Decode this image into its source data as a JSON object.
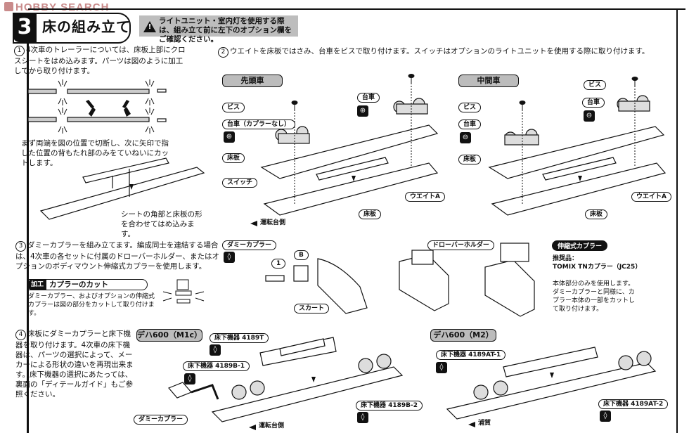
{
  "watermark": "HOBBY SEARCH",
  "header": {
    "step_number": "3",
    "title": "床の組み立て",
    "warning": "ライトユニット・室内灯を使用する際は、組み立て前に左下のオプション欄をご確認ください。"
  },
  "step1": {
    "num": "1",
    "text": "4次車のトレーラーについては、床板上部にクロスシートをはめ込みます。パーツは図のように加工してから取り付けます。",
    "cut_note": "まず両端を図の位置で切断し、次に矢印で指した位置の背もたれ部のみをていねいにカットします。",
    "fit_note": "シートの角部と床板の形を合わせてはめ込みます。"
  },
  "step2": {
    "num": "2",
    "text": "ウエイトを床板ではさみ、台車をビスで取り付けます。スイッチはオプションのライトユニットを使用する際に取り付けます。",
    "lead_car": {
      "title": "先頭車",
      "labels": {
        "screw": "ビス",
        "bogie_no_coupler": "台車（カプラーなし）",
        "bogie": "台車",
        "floor_top": "床板",
        "switch": "スイッチ",
        "weight": "ウエイトA",
        "floor_bottom": "床板",
        "direction": "運転台側"
      }
    },
    "middle_car": {
      "title": "中間車",
      "labels": {
        "screw_left": "ビス",
        "screw_right": "ビス",
        "bogie_left": "台車",
        "bogie_right": "台車",
        "floor_top": "床板",
        "weight": "ウエイトA",
        "floor_bottom": "床板"
      }
    }
  },
  "step3": {
    "num": "3",
    "text": "ダミーカプラーを組み立てます。編成同士を連結する場合は、4次車の各セットに付属のドローバーホルダー、またはオプションのボディマウント伸縮式カプラーを使用します。",
    "process_badge": "加工",
    "process_title": "カプラーのカット",
    "process_text": "ダミーカプラー、およびオプションの伸縮式カプラーは図の部分をカットして取り付けます。",
    "labels": {
      "dummy_coupler": "ダミーカプラー",
      "part_1": "1",
      "part_b": "B",
      "skirt": "スカート",
      "drawbar_holder": "ドローバーホルダー"
    },
    "option": {
      "title": "伸縮式カプラー",
      "recommended_label": "推奨品：",
      "recommended_product": "TOMIX TNカプラー（JC25）",
      "note": "本体部分のみを使用します。ダミーカプラーと同様に、カプラー本体の一部をカットして取り付けます。"
    }
  },
  "step4": {
    "num": "4",
    "text": "床板にダミーカプラーと床下機器を取り付けます。4次車の床下機器は、パーツの選択によって、メーカーによる形状の違いを再現出来ます。床下機器の選択にあたっては、裏面の「ディテールガイド」もご参照ください。",
    "car_m1c": {
      "title": "デハ600（M1c）",
      "part_top": "床下機器 4189T",
      "part_mid": "床下機器 4189B-1",
      "part_bottom": "床下機器 4189B-2",
      "dummy_coupler": "ダミーカプラー",
      "direction": "運転台側"
    },
    "car_m2": {
      "title": "デハ600（M2）",
      "part_top": "床下機器 4189AT-1",
      "part_bottom": "床下機器 4189AT-2",
      "direction": "浦賀"
    }
  },
  "colors": {
    "ink": "#111111",
    "panel_gray": "#bcbcbc",
    "watermark": "#c98b8b"
  }
}
